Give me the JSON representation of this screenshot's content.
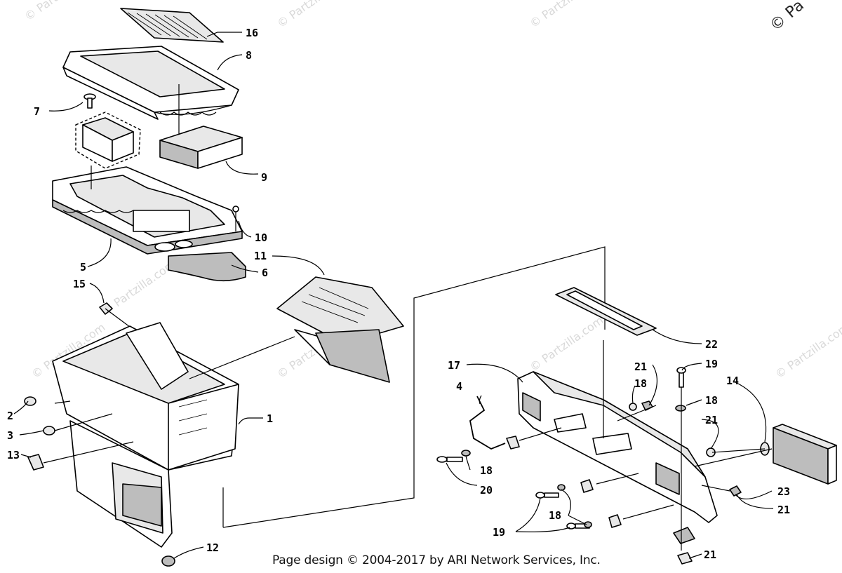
{
  "watermark": {
    "text": "© Partzilla.com",
    "corner_text": "© Pa"
  },
  "footer": {
    "text": "Page design © 2004-2017 by ARI Network Services, Inc."
  },
  "callouts": {
    "c1": "1",
    "c2": "2",
    "c3": "3",
    "c4": "4",
    "c5": "5",
    "c6": "6",
    "c7": "7",
    "c8": "8",
    "c9": "9",
    "c10": "10",
    "c11": "11",
    "c12": "12",
    "c13": "13",
    "c14": "14",
    "c15": "15",
    "c16": "16",
    "c17": "17",
    "c18a": "18",
    "c18b": "18",
    "c18c": "18",
    "c18d": "18",
    "c19a": "19",
    "c19b": "19",
    "c20": "20",
    "c21a": "21",
    "c21b": "21",
    "c21c": "21",
    "c21d": "21",
    "c22": "22",
    "c23": "23"
  }
}
